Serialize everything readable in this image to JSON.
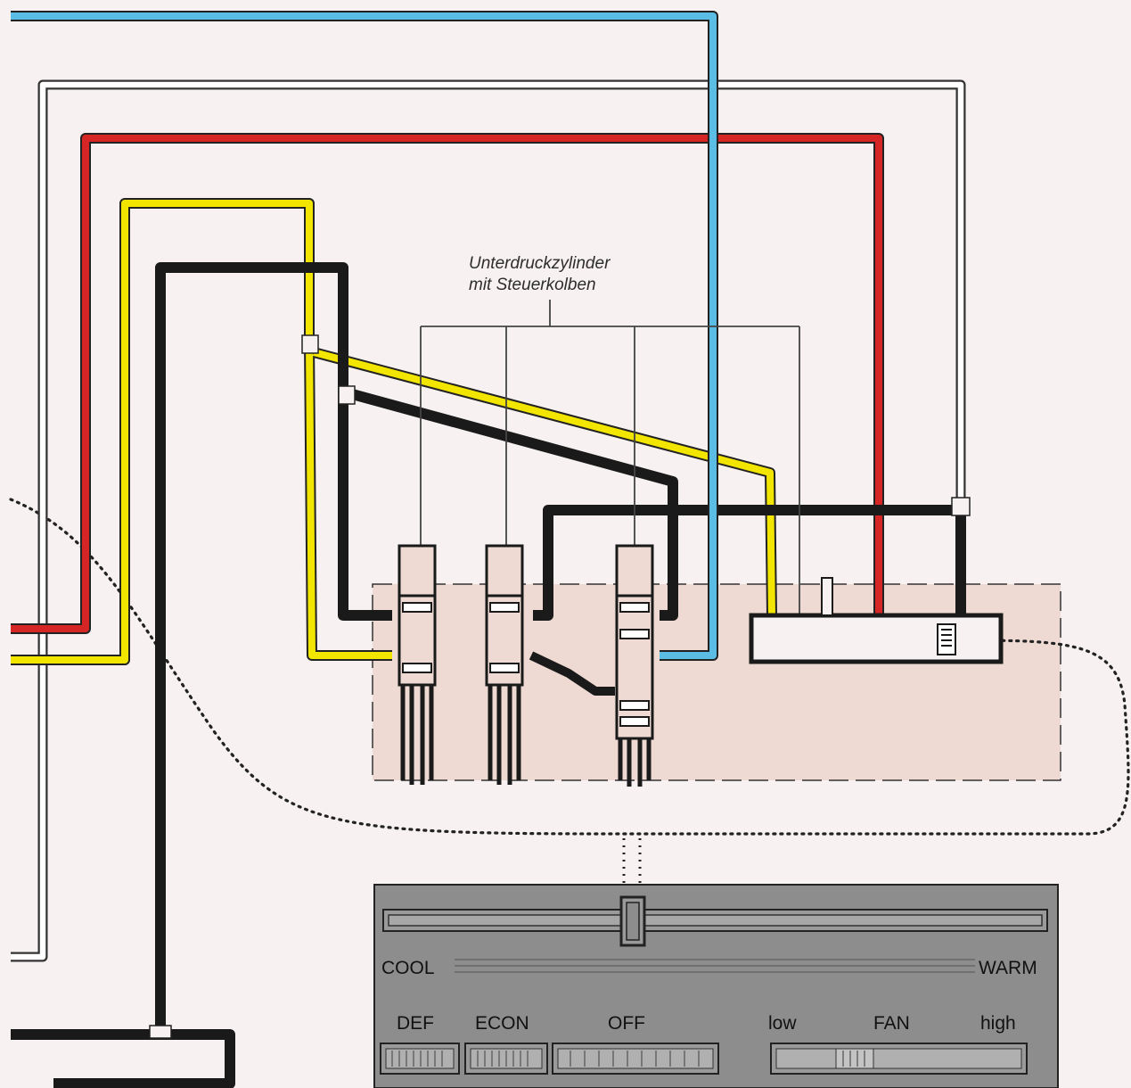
{
  "callout": {
    "line1": "Unterdruckzylinder",
    "line2": "mit Steuerkolben"
  },
  "control_panel": {
    "slider_left": "COOL",
    "slider_right": "WARM",
    "buttons": [
      "DEF",
      "ECON",
      "OFF"
    ],
    "fan_low": "low",
    "fan_label": "FAN",
    "fan_high": "high"
  },
  "colors": {
    "background": "#f7f1f1",
    "module_fill": "#efdad3",
    "panel_fill": "#8d8d8d",
    "hose_blue": "#5bbde3",
    "hose_red": "#d62525",
    "hose_yellow": "#f2e600",
    "hose_black": "#1a1a1a",
    "hose_white": "#ffffff"
  }
}
